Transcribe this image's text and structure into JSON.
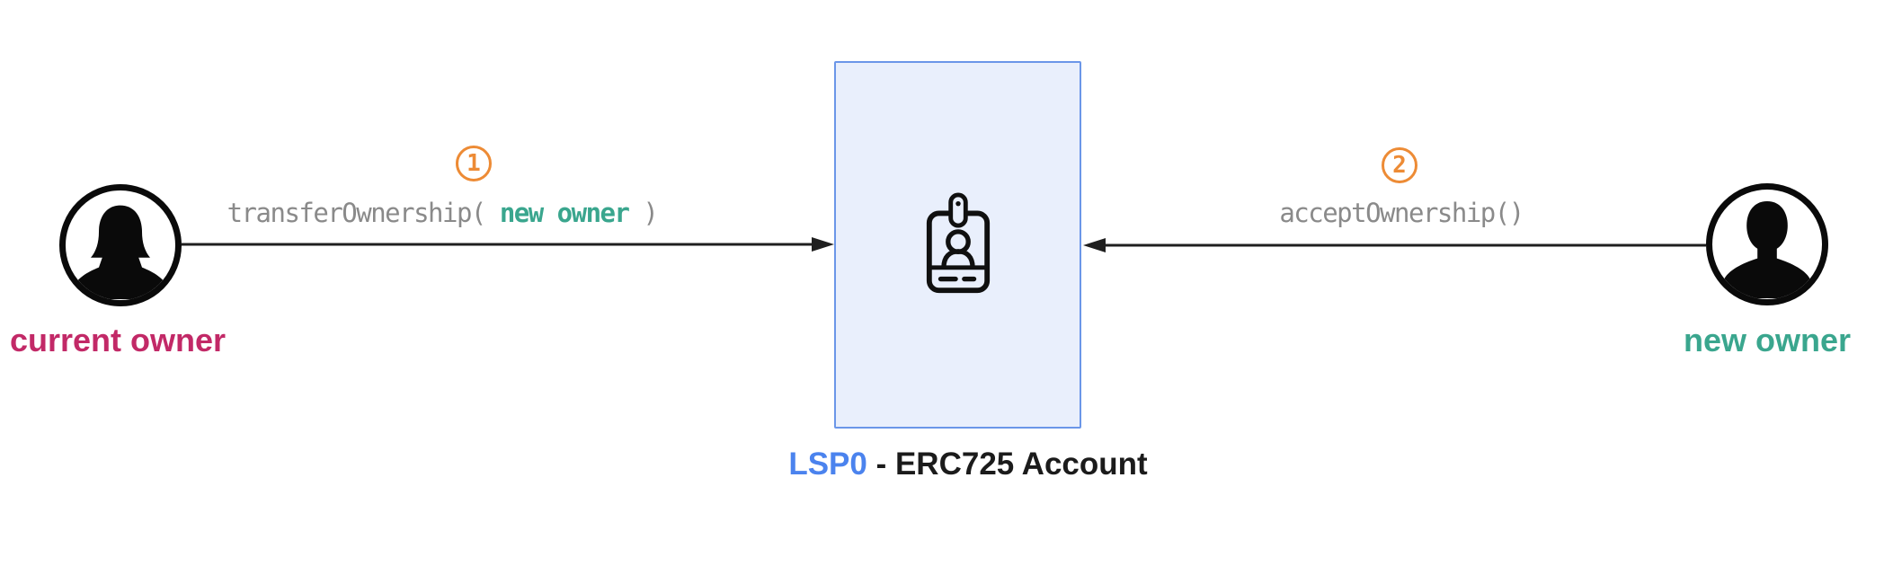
{
  "title": {
    "highlight": "LSP0",
    "rest": " - ERC725 Account",
    "highlight_color": "#4b83ee",
    "text_color": "#1b1b1b"
  },
  "account_box": {
    "icon": "id-badge-icon",
    "fill_color": "#e9effc",
    "border_color": "#6b96e8"
  },
  "actors": {
    "current_owner": {
      "label": "current owner",
      "label_color": "#c22967",
      "icon": "female-user-icon"
    },
    "new_owner": {
      "label": "new owner",
      "label_color": "#3aa68e",
      "icon": "male-user-icon"
    }
  },
  "steps": {
    "transfer": {
      "number": "1",
      "code_prefix": "transferOwnership( ",
      "code_argument": "new owner",
      "code_suffix": " )"
    },
    "accept": {
      "number": "2",
      "code": "acceptOwnership()"
    }
  },
  "colors": {
    "step_badge": "#ed8b35",
    "code_text": "#8a8a8a",
    "code_argument": "#3aa68e",
    "arrow": "#1f1f1f"
  }
}
